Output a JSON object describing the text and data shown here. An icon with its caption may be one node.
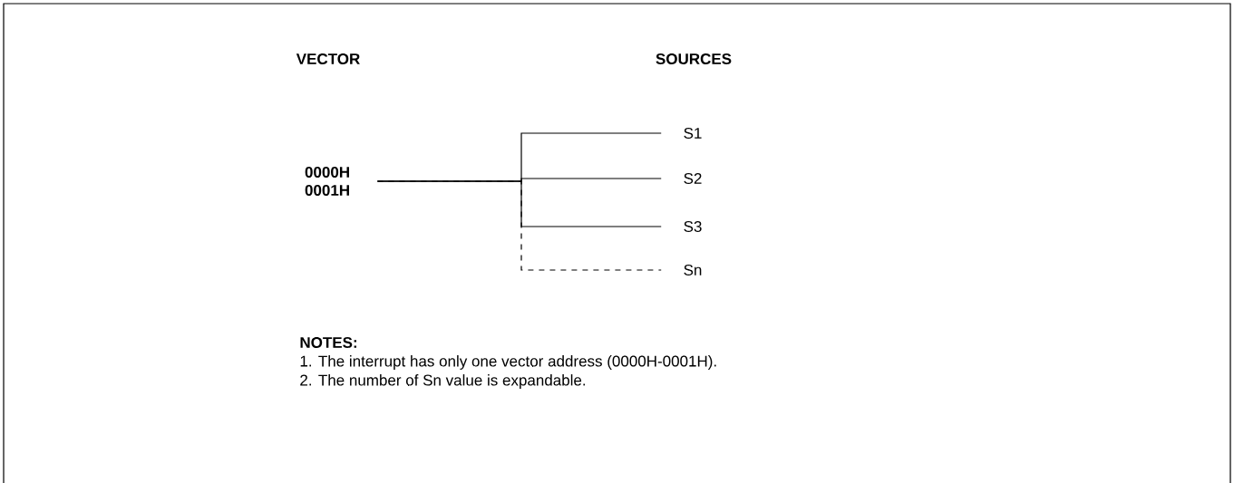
{
  "diagram": {
    "nodes": [
      {
        "text": [
          "0000H 0001H"
        ]
      },
      {
        "text": [
          "S1"
        ]
      },
      {
        "text": [
          "S2"
        ]
      },
      {
        "text": [
          "S3"
        ]
      },
      {
        "text": [
          "Sn"
        ]
      }
    ],
    "edges": [
      {
        "from": 0,
        "to": 1,
        "arrow": "none"
      },
      {
        "from": 0,
        "to": 2,
        "arrow": "none"
      },
      {
        "from": 0,
        "to": 3,
        "arrow": "none"
      },
      {
        "from": 0,
        "to": 4,
        "arrow": "none",
        "style": "dashed"
      }
    ],
    "labels": [
      "VECTOR",
      "SOURCES",
      "NOTES:",
      "1. The interrupt has only one vector address (0000H-0001H).",
      "2. The number of Sn value is expandable."
    ]
  }
}
